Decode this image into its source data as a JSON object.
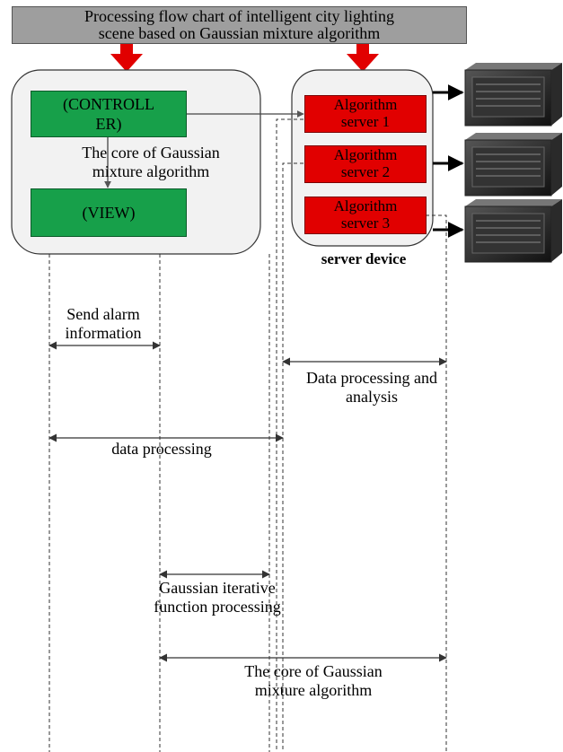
{
  "title": {
    "line1": "Processing flow chart of intelligent city lighting",
    "line2": "scene based on Gaussian mixture algorithm"
  },
  "controller_box": {
    "line1": "(CONTROLL",
    "line2": "ER)"
  },
  "view_box": {
    "label": "(VIEW)"
  },
  "core_label": {
    "line1": "The core of Gaussian",
    "line2": "mixture algorithm"
  },
  "servers": [
    {
      "line1": "Algorithm",
      "line2": "server 1"
    },
    {
      "line1": "Algorithm",
      "line2": "server 2"
    },
    {
      "line1": "Algorithm",
      "line2": "server 3"
    }
  ],
  "server_device_label": "server device",
  "messages": {
    "send_alarm": {
      "line1": "Send alarm",
      "line2": "information"
    },
    "data_processing_analysis": {
      "line1": "Data processing and",
      "line2": "analysis"
    },
    "data_processing": "data processing",
    "gaussian_iterative": {
      "line1": "Gaussian iterative",
      "line2": "function processing"
    },
    "core_bottom": {
      "line1": "The core of Gaussian",
      "line2": "mixture algorithm"
    }
  },
  "colors": {
    "title_bg": "#9e9e9e",
    "controller_green": "#17a04a",
    "server_red": "#e10000",
    "arrow_red": "#e10000",
    "panel_bg": "#f2f2f2"
  },
  "icons": [
    "server-rack-icon",
    "server-rack-icon",
    "server-rack-icon"
  ]
}
